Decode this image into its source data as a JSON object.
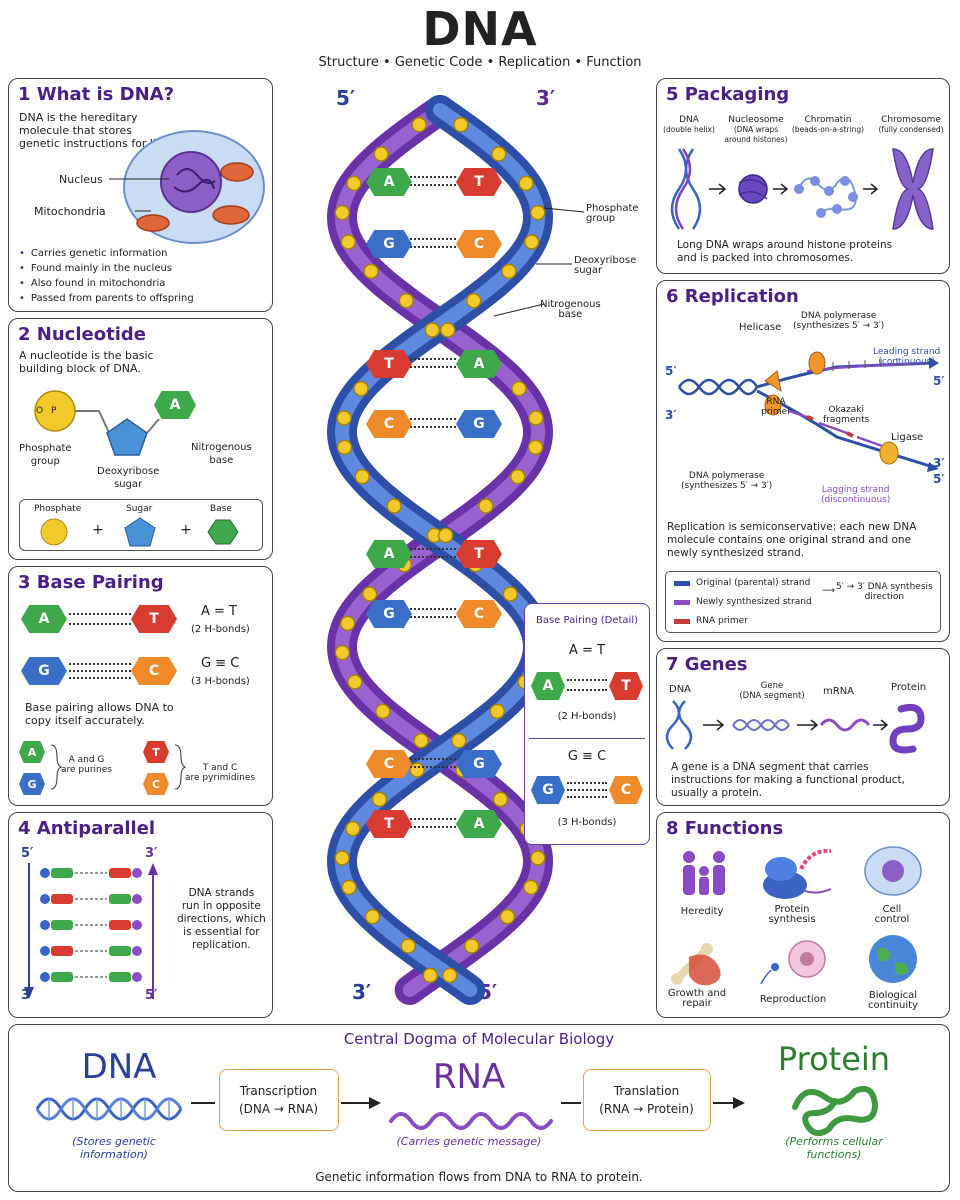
{
  "header": {
    "title": "DNA",
    "subtitle": "Structure • Genetic Code • Replication • Function"
  },
  "colors": {
    "title_purple": "#4b1f86",
    "strand_blue": "#3a63c2",
    "strand_purple": "#7e44b8",
    "phosphate_yellow": "#f2c92b",
    "base_A": "#3fa84a",
    "base_T": "#d83b30",
    "base_G": "#3a6fc7",
    "base_C": "#ee8a2a"
  },
  "p1": {
    "title": "1 What is DNA?",
    "desc": "DNA is the hereditary\nmolecule that stores\ngenetic instructions for life.",
    "nucleus": "Nucleus",
    "mito": "Mitochondria",
    "bullets": [
      "Carries genetic information",
      "Found mainly in the nucleus",
      "Also found in mitochondria",
      "Passed from parents to offspring"
    ]
  },
  "p2": {
    "title": "2 Nucleotide",
    "desc": "A nucleotide is the basic\nbuilding block of DNA.",
    "phos_label": "Phosphate\ngroup",
    "sugar_label": "Deoxyribose\nsugar",
    "base_label": "Nitrogenous\nbase",
    "legend": {
      "phosphate": "Phosphate",
      "sugar": "Sugar",
      "base": "Base",
      "plus": "+"
    },
    "base_letter": "A",
    "phos_letters": {
      "o": "O",
      "p": "P"
    }
  },
  "p3": {
    "title": "3 Base Pairing",
    "pair1": {
      "a": "A",
      "b": "T",
      "eq": "A = T",
      "hb": "(2 H-bonds)"
    },
    "pair2": {
      "a": "G",
      "b": "C",
      "eq": "G ≡ C",
      "hb": "(3 H-bonds)"
    },
    "desc": "Base pairing allows DNA to\ncopy itself accurately.",
    "purines": "A and G\nare purines",
    "pyrimidines": "T and C\nare pyrimidines",
    "p_letters": [
      "A",
      "G"
    ],
    "y_letters": [
      "T",
      "C"
    ]
  },
  "p4": {
    "title": "4 Antiparallel",
    "l_top": "5′",
    "r_top": "3′",
    "l_bot": "3′",
    "r_bot": "5′",
    "desc": "DNA strands\nrun in opposite\ndirections, which\nis essential for\nreplication."
  },
  "helix": {
    "top_left": "5′",
    "top_right": "3′",
    "bot_left": "3′",
    "bot_right": "5′",
    "labels": {
      "phosphate": "Phosphate\ngroup",
      "sugar": "Deoxyribose\nsugar",
      "base": "Nitrogenous\nbase"
    },
    "pairs": [
      [
        "A",
        "T"
      ],
      [
        "G",
        "C"
      ],
      [
        "T",
        "A"
      ],
      [
        "C",
        "G"
      ],
      [
        "A",
        "T"
      ],
      [
        "G",
        "C"
      ],
      [
        "C",
        "G"
      ],
      [
        "T",
        "A"
      ]
    ]
  },
  "detail": {
    "title": "Base Pairing (Detail)",
    "eq1": "A = T",
    "a1": "A",
    "b1": "T",
    "hb1": "(2 H-bonds)",
    "eq2": "G ≡ C",
    "a2": "G",
    "b2": "C",
    "hb2": "(3 H-bonds)"
  },
  "p5": {
    "title": "5 Packaging",
    "stages": [
      {
        "name": "DNA",
        "sub": "(double helix)"
      },
      {
        "name": "Nucleosome",
        "sub": "(DNA wraps\naround histones)"
      },
      {
        "name": "Chromatin",
        "sub": "(beads-on-a-string)"
      },
      {
        "name": "Chromosome",
        "sub": "(fully condensed)"
      }
    ],
    "desc": "Long DNA wraps around histone proteins\nand is packed into chromosomes."
  },
  "p6": {
    "title": "6 Replication",
    "helicase": "Helicase",
    "pol_top": "DNA polymerase\n(synthesizes 5′ → 3′)",
    "leading": "Leading strand\n(continuous)",
    "rna_primer": "RNA\nprimer",
    "okazaki": "Okazaki\nfragments",
    "ligase": "Ligase",
    "pol_bot": "DNA polymerase\n(synthesizes 5′ → 3′)",
    "lagging": "Lagging strand\n(discontinuous)",
    "p5a": "5′",
    "p3a": "3′",
    "p5b": "5′",
    "p3b": "3′",
    "p3c": "3′",
    "p5c": "5′",
    "desc": "Replication is semiconservative: each new DNA\nmolecule contains one original strand and one\nnewly synthesized strand.",
    "legend": [
      {
        "label": "Original (parental) strand",
        "color": "#2d4fa8"
      },
      {
        "label": "Newly synthesized strand",
        "color": "#8a4cc4"
      },
      {
        "label": "RNA primer",
        "color": "#c43a3a"
      }
    ],
    "dir": "5′ → 3′ DNA synthesis\ndirection"
  },
  "p7": {
    "title": "7 Genes",
    "dna": "DNA",
    "gene": "Gene\n(DNA segment)",
    "mrna": "mRNA",
    "protein": "Protein",
    "desc": "A gene is a DNA segment that carries\ninstructions for making a functional product,\nusually a protein."
  },
  "p8": {
    "title": "8 Functions",
    "items": [
      "Heredity",
      "Protein\nsynthesis",
      "Cell\ncontrol",
      "Growth and\nrepair",
      "Reproduction",
      "Biological\ncontinuity"
    ]
  },
  "dogma": {
    "title": "Central Dogma of Molecular Biology",
    "dna": "DNA",
    "dna_sub": "(Stores genetic\ninformation)",
    "transcription": "Transcription\n(DNA → RNA)",
    "rna": "RNA",
    "rna_sub": "(Carries genetic message)",
    "translation": "Translation\n(RNA → Protein)",
    "protein": "Protein",
    "protein_sub": "(Performs cellular\nfunctions)",
    "footer": "Genetic information flows from DNA to RNA to protein."
  }
}
